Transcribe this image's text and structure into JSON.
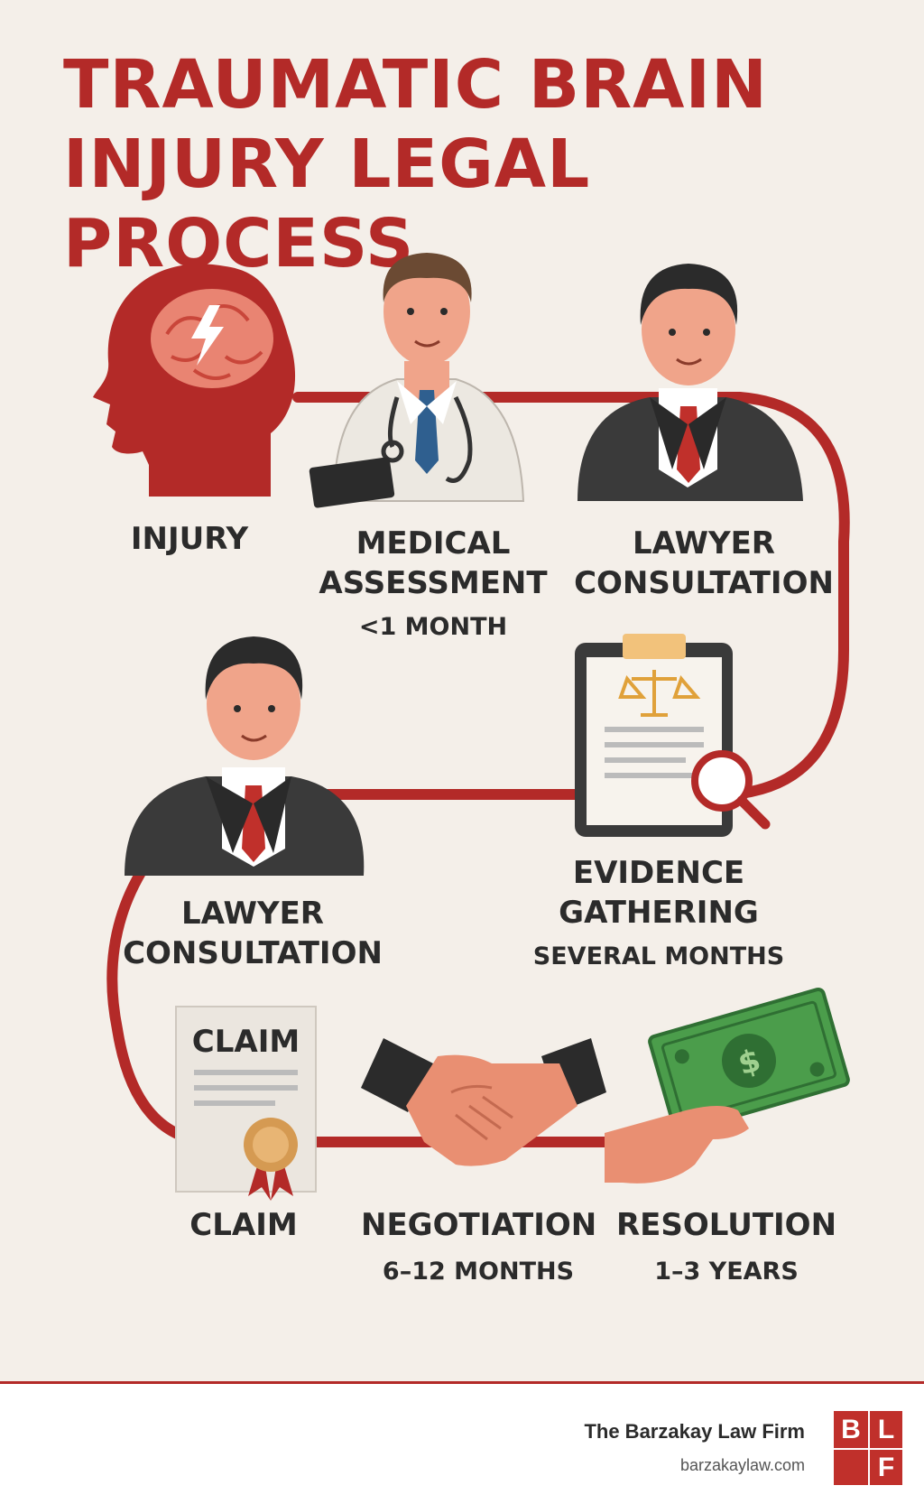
{
  "title": {
    "line1": "TRAUMATIC BRAIN",
    "line2": "INJURY LEGAL PROCESS"
  },
  "colors": {
    "accent": "#b32a28",
    "background": "#f4efe9",
    "text": "#2b2b2b"
  },
  "steps": [
    {
      "label_lines": [
        "INJURY"
      ],
      "duration": "",
      "icon": "brain-head-icon"
    },
    {
      "label_lines": [
        "MEDICAL",
        "ASSESSMENT"
      ],
      "duration": "<1 MONTH",
      "icon": "doctor-icon"
    },
    {
      "label_lines": [
        "LAWYER",
        "CONSULTATION"
      ],
      "duration": "",
      "icon": "lawyer-icon"
    },
    {
      "label_lines": [
        "EVIDENCE",
        "GATHERING"
      ],
      "duration": "SEVERAL MONTHS",
      "icon": "clipboard-magnifier-icon"
    },
    {
      "label_lines": [
        "LAWYER",
        "CONSULTATION"
      ],
      "duration": "",
      "icon": "lawyer-icon"
    },
    {
      "label_lines": [
        "CLAIM"
      ],
      "duration": "",
      "icon": "claim-document-icon"
    },
    {
      "label_lines": [
        "NEGOTIATION"
      ],
      "duration": "6–12 MONTHS",
      "icon": "handshake-icon"
    },
    {
      "label_lines": [
        "RESOLUTION"
      ],
      "duration": "1–3 YEARS",
      "icon": "money-hand-icon"
    }
  ],
  "claim_doc_text": "CLAIM",
  "footer": {
    "firm": "The Barzakay Law Firm",
    "url": "barzakaylaw.com",
    "logo_letters": [
      "B",
      "L",
      "",
      "F"
    ]
  }
}
